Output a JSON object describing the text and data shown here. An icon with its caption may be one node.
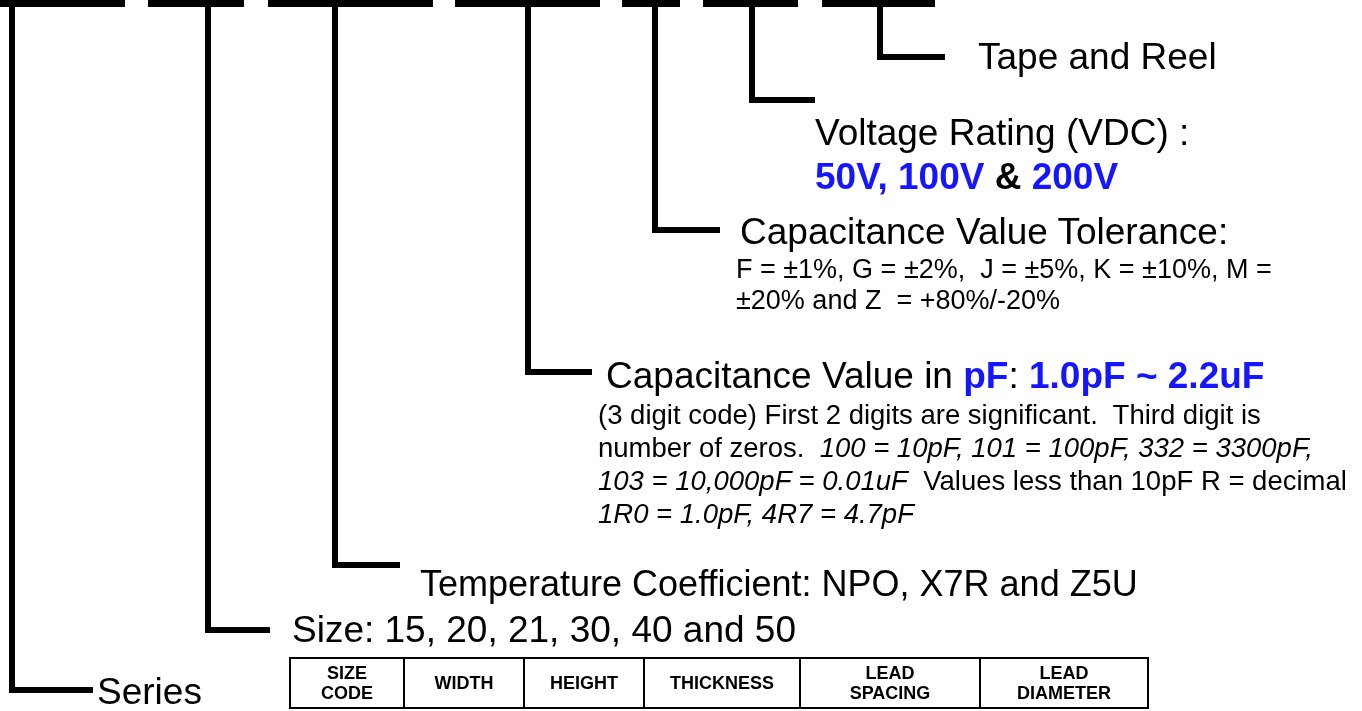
{
  "diagram": {
    "nodes": [
      {
        "text": [],
        "shape": "bar"
      },
      {
        "text": [],
        "shape": "bar"
      },
      {
        "text": [],
        "shape": "bar"
      },
      {
        "text": [],
        "shape": "bar"
      },
      {
        "text": [],
        "shape": "bar"
      },
      {
        "text": [],
        "shape": "bar"
      },
      {
        "text": [],
        "shape": "bar"
      },
      {
        "text": [
          "Tape and Reel"
        ]
      },
      {
        "text": [
          "Voltage Rating (VDC) :",
          "**50V, 100V** & **200V**"
        ]
      },
      {
        "text": [
          "Capacitance Value Tolerance:",
          "F = ±1%, G = ±2%,  J = ±5%, K = ±10%, M = ±20% and Z  = +80%/-20%"
        ]
      },
      {
        "text": [
          "Capacitance Value in **pF**: **1.0pF ~ 2.2uF**",
          "(3 digit code) First 2 digits are significant.  Third digit is number of zeros.  *100 = 10pF, 101 = 100pF, 332 = 3300pF, 103 = 10,000pF = 0.01uF*  Values less than 10pF R = decimal  *1R0 = 1.0pF, 4R7 = 4.7pF*"
        ]
      },
      {
        "text": [
          "Temperature Coefficient: NPO, X7R and Z5U"
        ]
      },
      {
        "text": [
          "Size: 15, 20, 21, 30, 40 and 50"
        ]
      },
      {
        "text": [
          "Series"
        ]
      }
    ],
    "edges": [
      {
        "from": 6,
        "to": 7,
        "arrow": "none"
      },
      {
        "from": 5,
        "to": 8,
        "arrow": "none"
      },
      {
        "from": 4,
        "to": 9,
        "arrow": "none"
      },
      {
        "from": 3,
        "to": 10,
        "arrow": "none"
      },
      {
        "from": 2,
        "to": 11,
        "arrow": "none"
      },
      {
        "from": 1,
        "to": 12,
        "arrow": "none"
      },
      {
        "from": 0,
        "to": 13,
        "arrow": "none"
      }
    ],
    "labels": [
      "SIZE CODE",
      "WIDTH",
      "HEIGHT",
      "THICKNESS",
      "LEAD SPACING",
      "LEAD DIAMETER"
    ]
  }
}
